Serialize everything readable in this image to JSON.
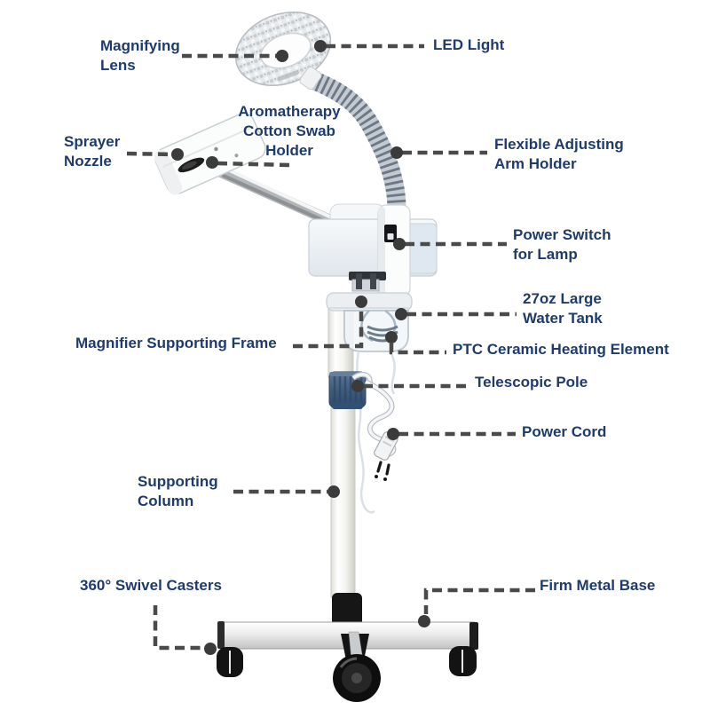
{
  "diagram": {
    "kind": "product-annotation-diagram",
    "subject": "facial steamer with magnifying LED lamp on rolling stand",
    "colors": {
      "label_text": "#1e3b6d",
      "leader_line": "#4a4a4a",
      "anchor_dot": "#3b3b3b",
      "collar_accent": "#46678c",
      "background": "#ffffff"
    },
    "labels": {
      "magnifying_lens": "Magnifying\nLens",
      "led_light": "LED Light",
      "aromatherapy_holder": "Aromatherapy\nCotton Swab\nHolder",
      "sprayer_nozzle": "Sprayer\nNozzle",
      "flexible_arm_holder": "Flexible Adjusting\nArm Holder",
      "lamp_power_switch": "Power Switch\nfor Lamp",
      "water_tank": "27oz Large\nWater Tank",
      "magnifier_frame": "Magnifier Supporting Frame",
      "ptc_heating_element": "PTC Ceramic Heating Element",
      "telescopic_pole": "Telescopic Pole",
      "power_cord": "Power Cord",
      "supporting_column": "Supporting\nColumn",
      "swivel_casters": "360° Swivel Casters",
      "metal_base": "Firm Metal Base"
    }
  }
}
